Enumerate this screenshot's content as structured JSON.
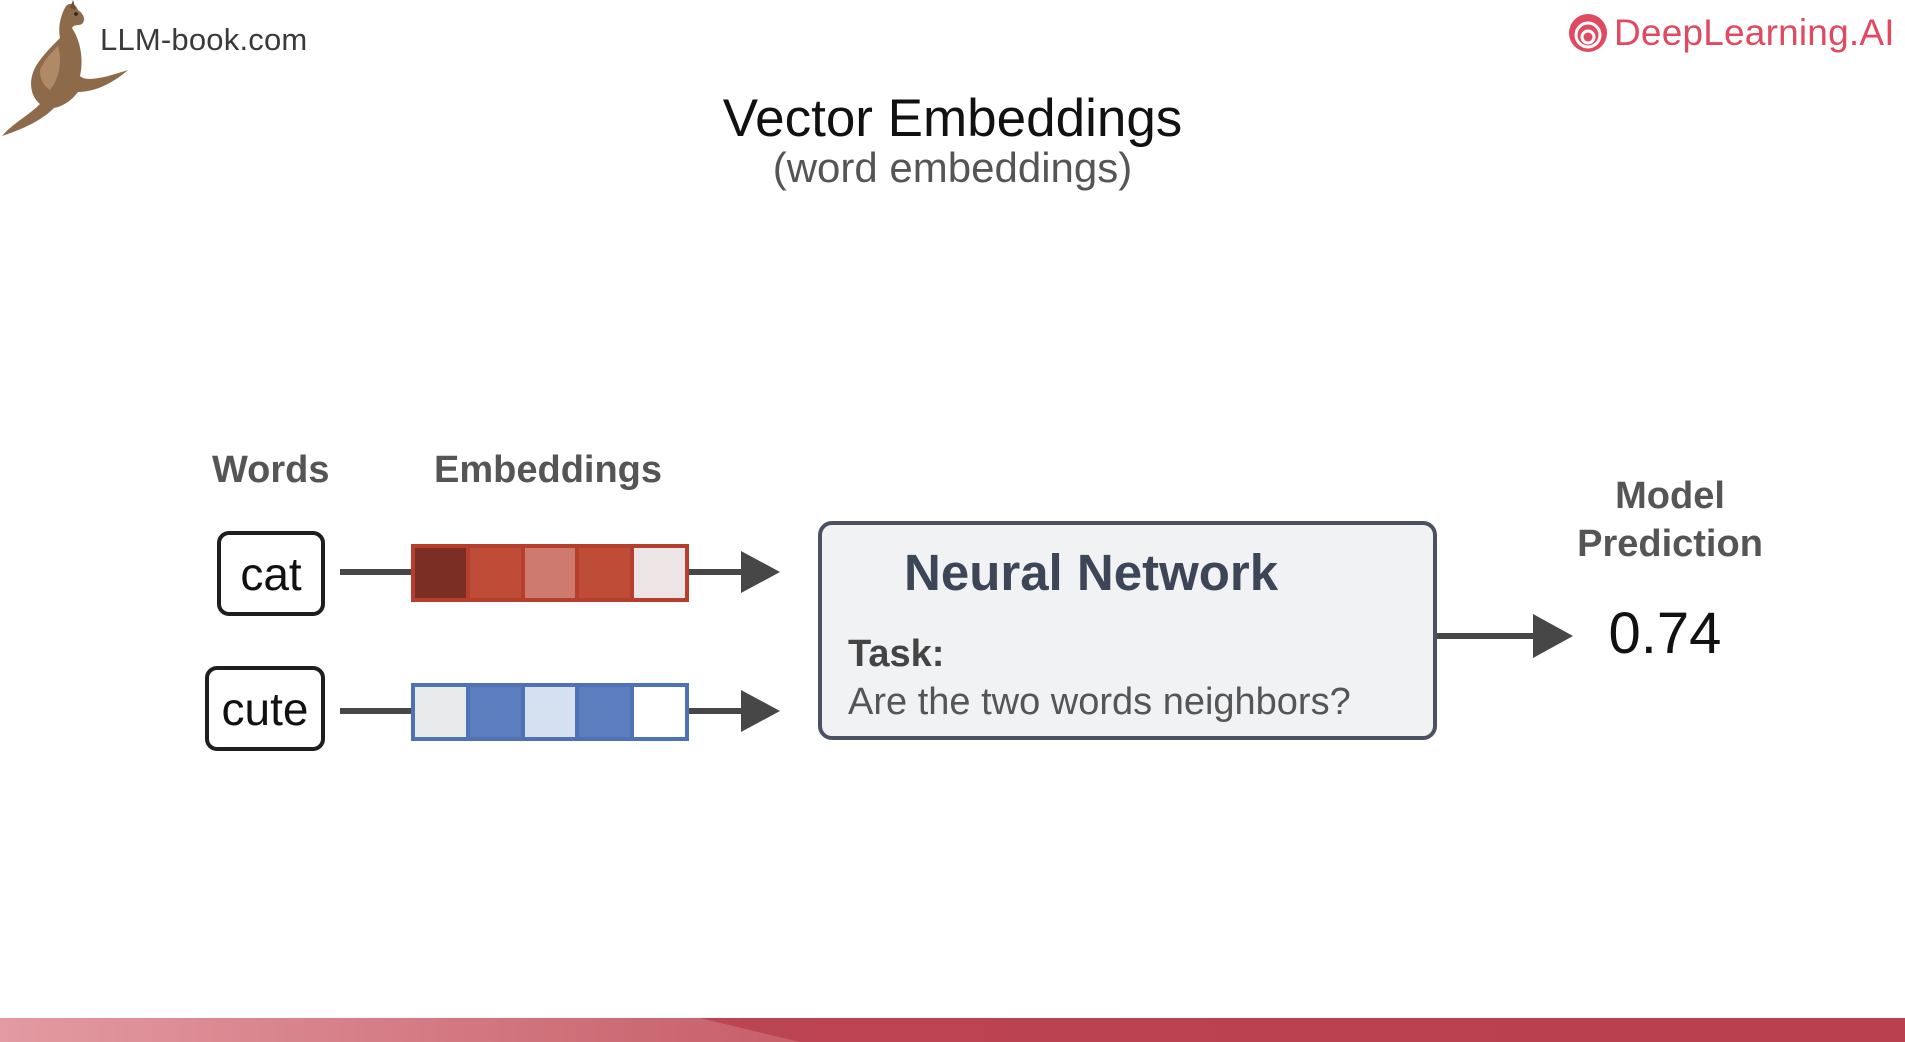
{
  "header": {
    "left_brand": "LLM-book.com",
    "right_brand": "DeepLearning.AI",
    "right_brand_color": "#e0495f"
  },
  "slide": {
    "title": "Vector Embeddings",
    "subtitle": "(word embeddings)"
  },
  "diagram": {
    "words_label": "Words",
    "embeddings_label": "Embeddings",
    "words": [
      {
        "text": "cat",
        "embedding_colors": [
          "#7a2e24",
          "#bf4c37",
          "#cf7a6e",
          "#bf4c37",
          "#ede5e5"
        ],
        "border_color": "#b53e2c"
      },
      {
        "text": "cute",
        "embedding_colors": [
          "#e8eaec",
          "#5b7fbe",
          "#d5e0f0",
          "#5b7fbe",
          "#ffffff"
        ],
        "border_color": "#4f72b6"
      }
    ],
    "network": {
      "title": "Neural Network",
      "task_label": "Task",
      "task_text": "Are the two words neighbors?"
    },
    "prediction_label": "Model Prediction",
    "prediction_value": "0.74"
  }
}
